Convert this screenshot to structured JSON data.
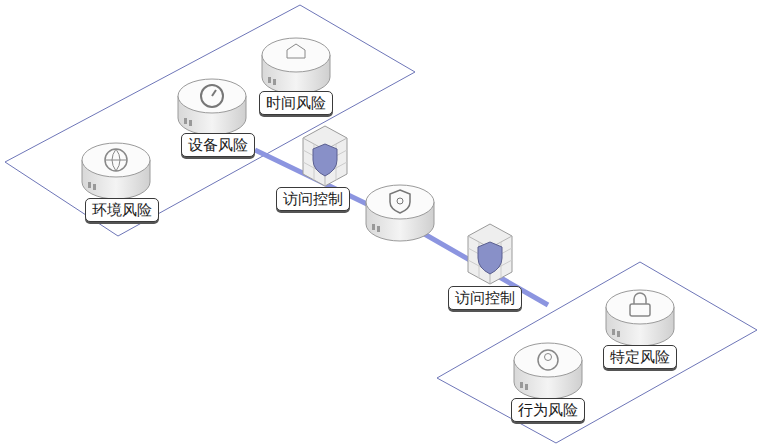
{
  "diagram": {
    "nodes": [
      {
        "text": [
          "时间风险"
        ]
      },
      {
        "text": [
          "设备风险"
        ]
      },
      {
        "text": [
          "访问控制"
        ]
      },
      {
        "text": [
          "环境风险"
        ]
      },
      {
        "text": [
          "访问控制"
        ]
      },
      {
        "text": [
          "特定风险"
        ]
      },
      {
        "text": [
          "行为风险"
        ]
      }
    ]
  }
}
